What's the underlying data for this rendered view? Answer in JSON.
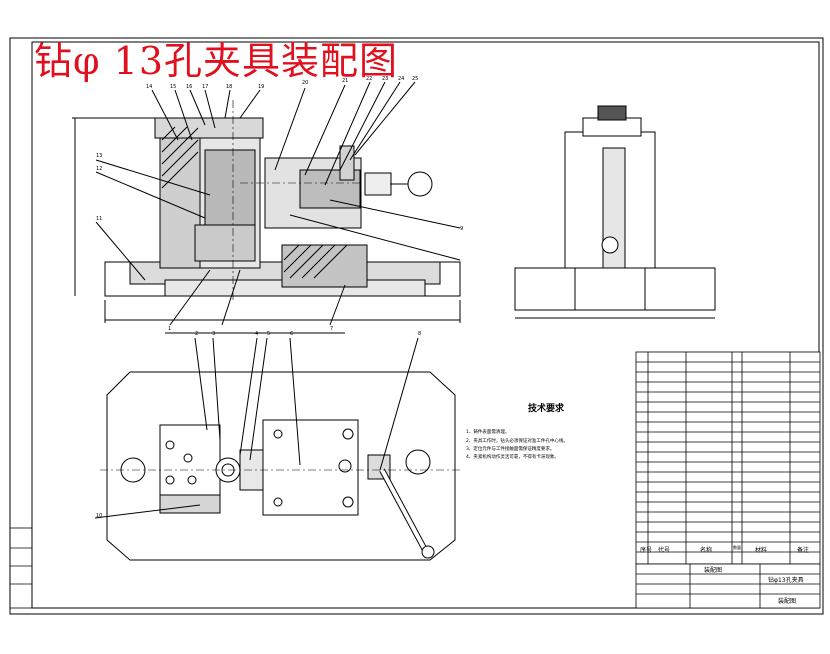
{
  "drawing": {
    "title": "钻φ 13孔夹具装配图",
    "title_color": "#e0101e",
    "line_color": "#000000",
    "tech_requirements": {
      "heading": "技术要求",
      "items": [
        "1、铸件表面需清理。",
        "2、夹具工作时，钻头必须保证对准工件孔中心线。",
        "3、定位元件与工件接触面需保证精度要求。",
        "4、夹紧机构动作灵活可靠，不得有卡滞现象。"
      ]
    },
    "title_block": {
      "assembly_label": "装配图",
      "name_label": "钻φ13孔夹具",
      "drawing_label": "装配图",
      "bom_header": [
        "序号",
        "代号",
        "名称",
        "数量",
        "材料",
        "备注"
      ]
    },
    "leader_numbers_top": [
      "14",
      "15",
      "16",
      "17",
      "18",
      "19",
      "20",
      "21",
      "22",
      "23",
      "24",
      "25"
    ],
    "leader_numbers_left": [
      "13",
      "12",
      "11"
    ],
    "leader_numbers_bottom": [
      "1",
      "2",
      "3",
      "4",
      "5",
      "6",
      "7",
      "8",
      "9",
      "10"
    ]
  }
}
